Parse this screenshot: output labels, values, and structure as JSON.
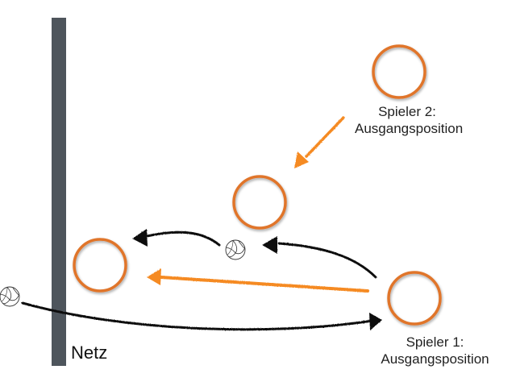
{
  "net": {
    "label": "Netz",
    "color": "#4e555c"
  },
  "colors": {
    "player_ring": "#e0742a",
    "move_arrow": "#f58a22",
    "ball_arrow": "#111111",
    "ball_outline": "#333333"
  },
  "players": [
    {
      "id": "player-1-start",
      "line1": "Spieler 1:",
      "line2": "Ausgangsposition"
    },
    {
      "id": "player-2-start",
      "line1": "Spieler 2:",
      "line2": "Ausgangsposition"
    },
    {
      "id": "player-setter",
      "line1": "",
      "line2": ""
    },
    {
      "id": "player-net",
      "line1": "",
      "line2": ""
    }
  ],
  "arrows": [
    {
      "id": "serve-arrow",
      "kind": "ball",
      "meaning": "ball from serve to player 1"
    },
    {
      "id": "pass-arrow",
      "kind": "ball",
      "meaning": "ball from player 1 to setter"
    },
    {
      "id": "set-arrow",
      "kind": "ball",
      "meaning": "ball from setter to net player"
    },
    {
      "id": "player1-run-arrow",
      "kind": "movement",
      "meaning": "player 1 runs to net"
    },
    {
      "id": "player2-run-arrow",
      "kind": "movement",
      "meaning": "player 2 moves to setter position"
    }
  ],
  "balls": [
    {
      "id": "ball-serve",
      "icon": "volleyball-icon"
    },
    {
      "id": "ball-setter",
      "icon": "volleyball-icon"
    }
  ]
}
